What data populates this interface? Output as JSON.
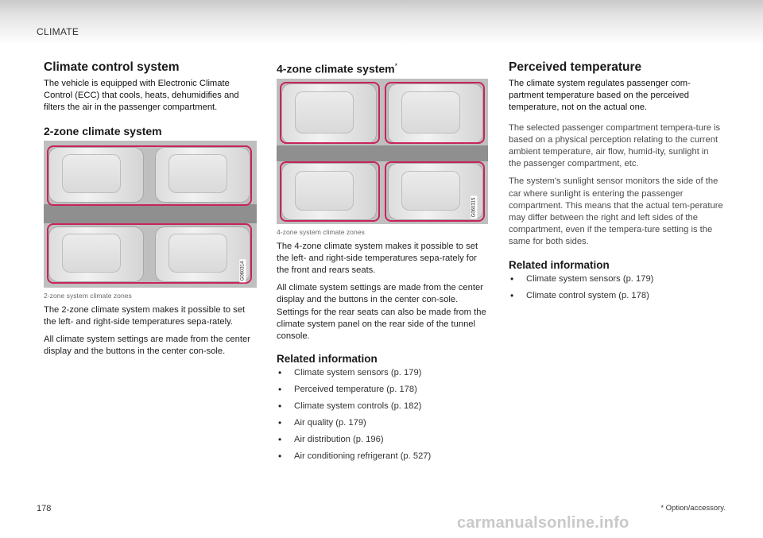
{
  "header": {
    "section": "CLIMATE"
  },
  "col1": {
    "title": "Climate control system",
    "intro": "The vehicle is equipped with Electronic Climate Control (ECC) that cools, heats, dehumidifies and filters the air in the passenger compartment.",
    "subtitle": "2-zone climate system",
    "image_code": "G060314",
    "caption": "2-zone system climate zones",
    "para1": "The 2-zone climate system makes it possible to set the left- and right-side temperatures sepa-rately.",
    "para2": "All climate system settings are made from the center display and the buttons in the center con-sole."
  },
  "col2": {
    "title": "4-zone climate system",
    "title_mark": "*",
    "image_code": "G060315",
    "caption": "4-zone system climate zones",
    "para1": "The 4-zone climate system makes it possible to set the left- and right-side temperatures sepa-rately for the front and rears seats.",
    "para2": "All climate system settings are made from the center display and the buttons in the center con-sole. Settings for the rear seats can also be made from the climate system panel on the rear side of the tunnel console.",
    "related_title": "Related information",
    "related": [
      "Climate system sensors (p. 179)",
      "Perceived temperature (p. 178)",
      "Climate system controls (p. 182)",
      "Air quality (p. 179)",
      "Air distribution (p. 196)",
      "Air conditioning refrigerant (p. 527)"
    ]
  },
  "col3": {
    "title": "Perceived temperature",
    "intro": "The climate system regulates passenger com-partment temperature based on the perceived temperature, not on the actual one.",
    "para1": "The selected passenger compartment tempera-ture is based on a physical perception relating to the current ambient temperature, air flow, humid-ity, sunlight in the passenger compartment, etc.",
    "para2": "The system's sunlight sensor monitors the side of the car where sunlight is entering the passenger compartment. This means that the actual tem-perature may differ between the right and left sides of the compartment, even if the tempera-ture setting is the same for both sides.",
    "related_title": "Related information",
    "related": [
      "Climate system sensors (p. 179)",
      "Climate control system (p. 178)"
    ]
  },
  "footer": {
    "page_number": "178",
    "note": "* Option/accessory.",
    "watermark": "carmanualsonline.info"
  },
  "colors": {
    "zone_outline": "#c8245a"
  }
}
